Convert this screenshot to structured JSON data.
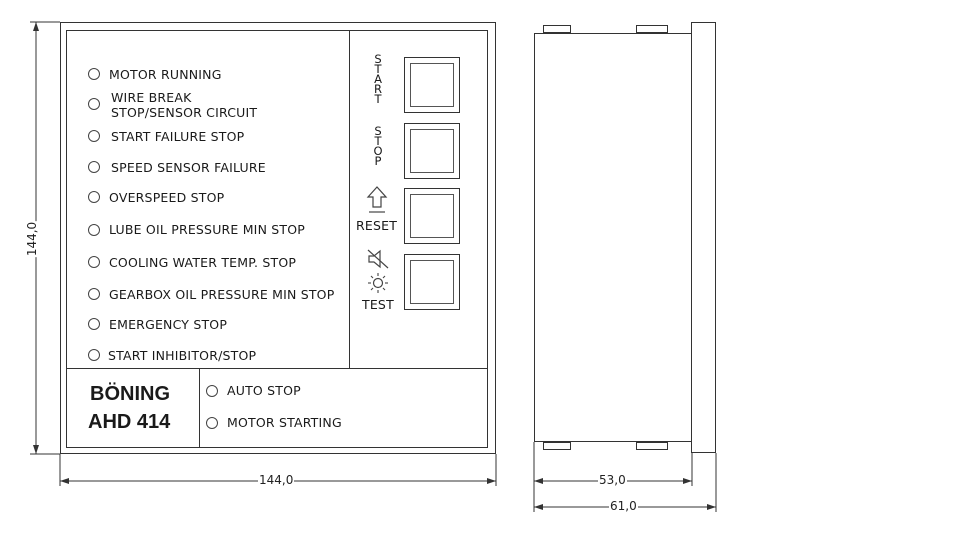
{
  "front_panel": {
    "indicators": [
      "MOTOR RUNNING",
      "WIRE BREAK",
      "START FAILURE STOP",
      "SPEED SENSOR FAILURE",
      "OVERSPEED STOP",
      "LUBE OIL PRESSURE MIN STOP",
      "COOLING WATER TEMP. STOP",
      "GEARBOX OIL PRESSURE MIN STOP",
      "EMERGENCY STOP",
      "START INHIBITOR/STOP"
    ],
    "wire_break_line2": "STOP/SENSOR CIRCUIT",
    "buttons": {
      "start": "START",
      "stop": "STOP",
      "reset": "RESET",
      "test": "TEST"
    },
    "brand_line1": "BÖNING",
    "brand_line2": "AHD 414",
    "bottom_indicators": [
      "AUTO STOP",
      "MOTOR STARTING"
    ]
  },
  "dimensions": {
    "height": "144,0",
    "width": "144,0",
    "depth_body": "53,0",
    "depth_total": "61,0"
  }
}
